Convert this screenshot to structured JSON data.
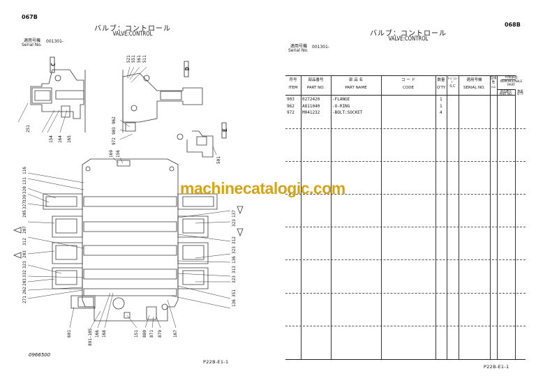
{
  "left_page": {
    "page_code": "067B",
    "title_jp": "バルブ：コントロール",
    "title_en": "VALVE:CONTROL",
    "serial_label_jp": "適用号機",
    "serial_label_en": "Serial No.",
    "serial_value": "001301-",
    "drawing_number": "0966500",
    "footer_code": "P22B-E1-1",
    "section_markers": [
      "C",
      "D",
      "E"
    ],
    "callouts_top": [
      "521",
      "551",
      "561",
      "511",
      "251",
      "154",
      "164",
      "165",
      "962",
      "903",
      "972",
      "501",
      "169",
      "156"
    ],
    "callouts_left": [
      "116",
      "131",
      "320",
      "339",
      "327",
      "205",
      "207",
      "312",
      "203",
      "323",
      "332",
      "203",
      "262",
      "271"
    ],
    "callouts_right": [
      "137",
      "323",
      "312",
      "323",
      "136",
      "313",
      "323",
      "351",
      "136"
    ],
    "callouts_bottom": [
      "601",
      "891-105",
      "166",
      "168",
      "151",
      "880",
      "871",
      "879",
      "167"
    ]
  },
  "right_page": {
    "page_code": "068B",
    "title_jp": "バルブ：コントロール",
    "title_en": "VALVE:CONTROL",
    "serial_label_jp": "適用号機",
    "serial_label_en": "Serial No.",
    "serial_value": "001301-",
    "footer_code": "P22B-E1-1",
    "table": {
      "headers": {
        "item_jp": "符号",
        "item_en": "ITEM",
        "part_no_jp": "部品番号",
        "part_no_en": "PART NO.",
        "part_name_jp": "部 品 名",
        "part_name_en": "PART NAME",
        "code_jp": "コ ー ド",
        "code_en": "CODE",
        "qty_jp": "数量",
        "qty_en": "Q'TY",
        "sc_jp": "ｻｰﾋﾞｽｺｰﾄﾞ",
        "sc_en": "S.C",
        "serial_jp": "適用号機",
        "serial_en": "SERIAL NO.",
        "interchange_jp": "互換性",
        "interchange_en": "ICA",
        "replaceable_jp": "代替部品",
        "replaceable_en": "REPLACEABLE PART",
        "rep_part_no_jp": "部品番号",
        "rep_part_no_en": "PART NO.",
        "rep_qty_jp": "数量",
        "rep_qty_en": "Q'TY"
      },
      "rows": [
        {
          "item": "903",
          "part_no": "0272420",
          "part_name": "-FLANGE",
          "code": "",
          "qty": "1"
        },
        {
          "item": "962",
          "part_no": "A811040",
          "part_name": "-O-RING",
          "code": "",
          "qty": "1"
        },
        {
          "item": "972",
          "part_no": "M041232",
          "part_name": "-BOLT:SOCKET",
          "code": "",
          "qty": "4"
        }
      ]
    }
  },
  "watermark": "machinecatalogic.com"
}
